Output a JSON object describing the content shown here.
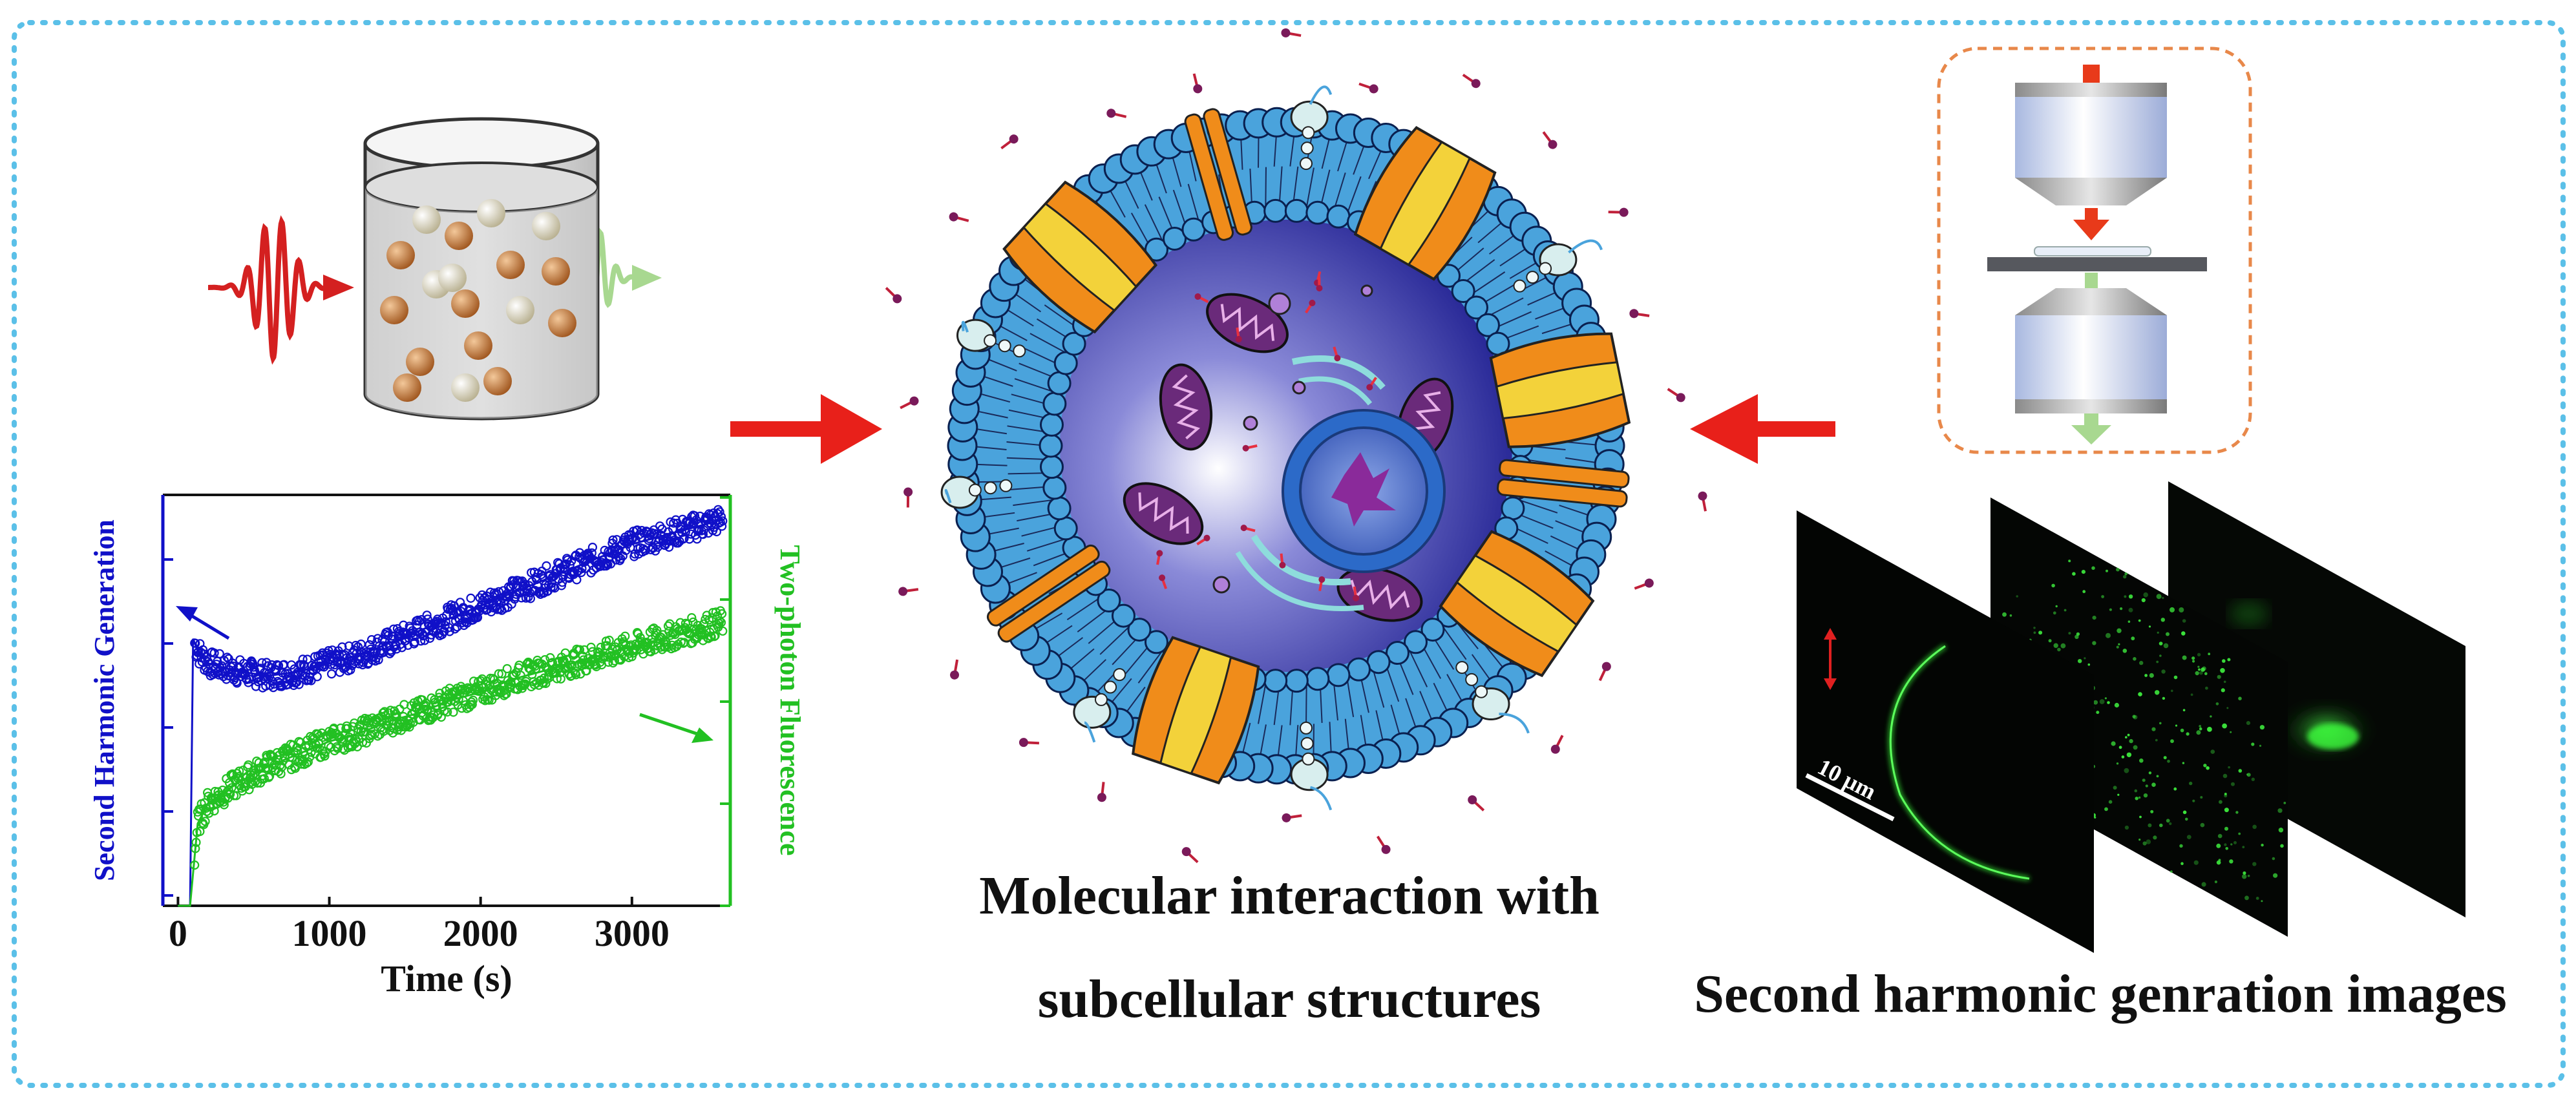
{
  "captions": {
    "center_line1": "Molecular interaction with",
    "center_line2": "subcellular structures",
    "right": "Second harmonic genration images"
  },
  "chart_data": {
    "type": "scatter",
    "xlabel": "Time (s)",
    "ylabel_left": "Second Harmonic Generation",
    "ylabel_right": "Two-photon Fluorescence",
    "x_ticks": [
      "0",
      "1000",
      "2000",
      "3000"
    ],
    "xlim": [
      -100,
      3650
    ],
    "ylim": [
      0,
      5
    ],
    "series": [
      {
        "color": "#1010c8",
        "x": [
          0,
          80,
          100,
          130,
          200,
          400,
          600,
          800,
          1000,
          1200,
          1400,
          1600,
          1800,
          2000,
          2200,
          2400,
          2600,
          2800,
          3000,
          3200,
          3400,
          3600
        ],
        "y": [
          0,
          0,
          3.25,
          3.1,
          2.95,
          2.85,
          2.8,
          2.85,
          2.95,
          3.05,
          3.2,
          3.35,
          3.5,
          3.65,
          3.8,
          3.95,
          4.1,
          4.25,
          4.4,
          4.5,
          4.6,
          4.7
        ]
      },
      {
        "color": "#22c022",
        "x": [
          0,
          80,
          100,
          130,
          200,
          400,
          600,
          800,
          1000,
          1200,
          1400,
          1600,
          1800,
          2000,
          2200,
          2400,
          2600,
          2800,
          3000,
          3200,
          3400,
          3600
        ],
        "y": [
          0,
          0,
          0.4,
          1.0,
          1.25,
          1.5,
          1.7,
          1.85,
          2.0,
          2.1,
          2.25,
          2.35,
          2.5,
          2.6,
          2.75,
          2.85,
          2.95,
          3.05,
          3.15,
          3.25,
          3.35,
          3.45
        ]
      }
    ]
  },
  "scale_bar": {
    "label": "10 μm"
  },
  "colors": {
    "frame_border": "#5bc0e8",
    "arrow_red": "#e8201a",
    "membrane_blue": "#4aa3dc",
    "cell_interior": "#2a2aa0",
    "protein_orange": "#f08c1a",
    "protein_yellow": "#f3d23a",
    "sample_dashed": "#e8884a",
    "beam_red": "#d42020",
    "beam_green": "#a8d890"
  }
}
